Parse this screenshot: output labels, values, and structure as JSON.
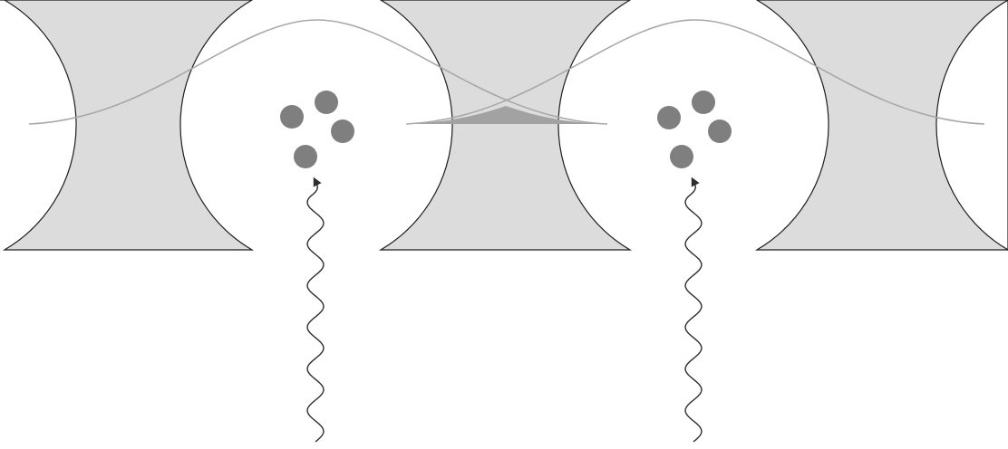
{
  "diagram": {
    "colors": {
      "background": "#ffffff",
      "block_fill": "#dcdcdc",
      "block_stroke": "#1e1e1e",
      "mode_curve": "#a8a8a8",
      "overlap_fill": "#a2a2a2",
      "particle": "#7f7f7f",
      "wave": "#2e2e2e"
    },
    "resonators": [
      {
        "id": "resonator-1"
      },
      {
        "id": "resonator-2"
      }
    ],
    "mirror_blocks": [
      {
        "id": "block-1"
      },
      {
        "id": "block-2"
      },
      {
        "id": "block-3"
      }
    ],
    "particle_clusters": [
      {
        "id": "cluster-1",
        "count": 4
      },
      {
        "id": "cluster-2",
        "count": 4
      }
    ],
    "incoming_waves": [
      {
        "id": "wave-1",
        "direction": "up"
      },
      {
        "id": "wave-2",
        "direction": "up"
      }
    ],
    "mode_overlap_shaded": true
  }
}
